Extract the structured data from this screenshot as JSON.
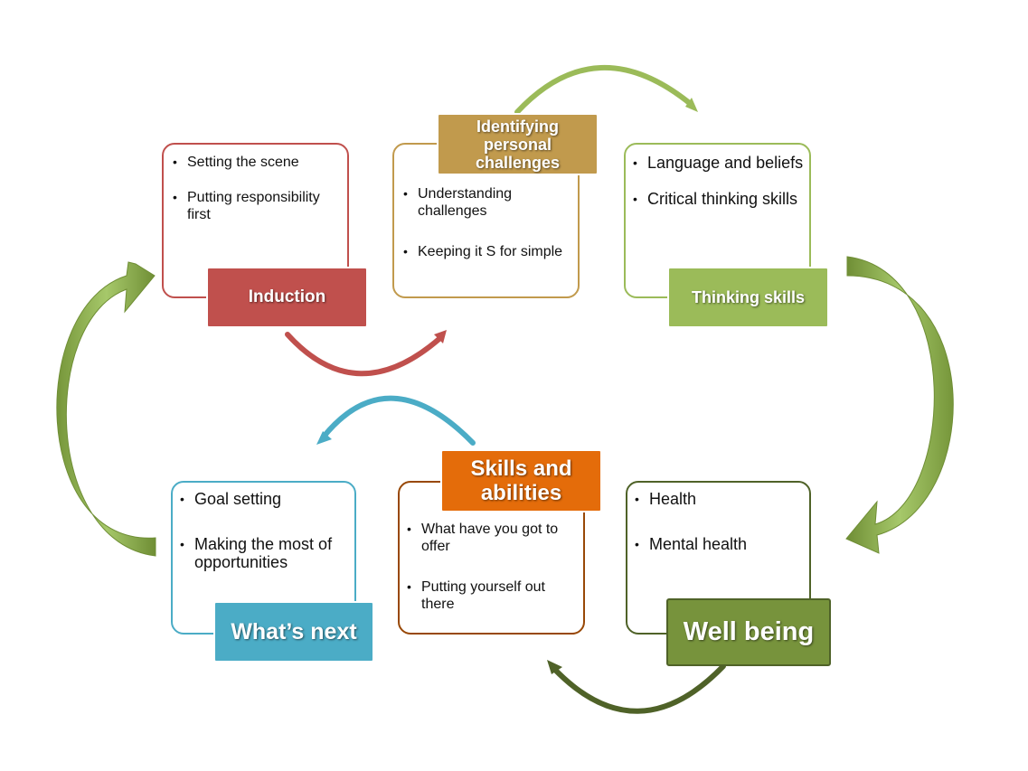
{
  "stages": [
    {
      "id": "induction",
      "label": "Induction",
      "color": "#c0504d",
      "bullets": [
        "Setting the scene",
        "Putting responsibility first"
      ]
    },
    {
      "id": "identifying",
      "label": "Identifying personal challenges",
      "color": "#c19a4d",
      "bullets": [
        "Understanding challenges",
        "Keeping it S for simple"
      ]
    },
    {
      "id": "thinking",
      "label": "Thinking skills",
      "color": "#9bbb59",
      "bullets": [
        "Language and beliefs",
        "Critical thinking skills"
      ]
    },
    {
      "id": "whatsnext",
      "label": "What’s next",
      "color": "#4bacc6",
      "bullets": [
        "Goal setting",
        "Making the most of opportunities"
      ]
    },
    {
      "id": "skills",
      "label": "Skills and abilities",
      "color": "#e46c0a",
      "bullets": [
        "What have you got to offer",
        "Putting  yourself out there"
      ]
    },
    {
      "id": "wellbeing",
      "label": "Well being",
      "color": "#77933c",
      "bullets": [
        "Health",
        "Mental health"
      ]
    }
  ],
  "arrow_colors": {
    "red": "#c0504d",
    "green_light": "#9bbb59",
    "blue": "#4bacc6",
    "green_dark": "#4f6228",
    "green_big": "#8cb050"
  }
}
